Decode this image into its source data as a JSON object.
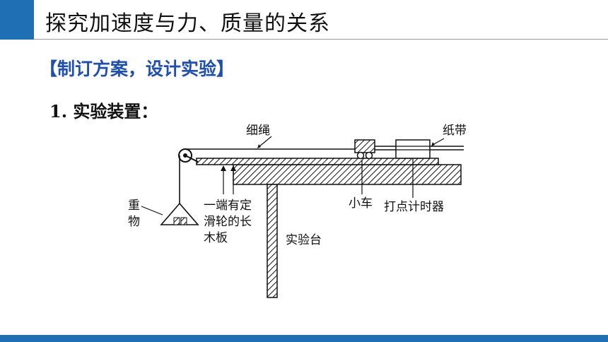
{
  "slide": {
    "title": "探究加速度与力、质量的关系",
    "section_heading": "【制订方案，设计实验】",
    "step": "1. 实验装置："
  },
  "diagram": {
    "labels": {
      "rope": "细绳",
      "tape": "纸带",
      "weight_line1": "重",
      "weight_line2": "物",
      "board_line1": "一端有定",
      "board_line2": "滑轮的长",
      "board_line3": "木板",
      "cart": "小车",
      "timer": "打点计时器",
      "table": "实验台"
    }
  },
  "colors": {
    "accent": "#1f6fb5",
    "heading": "#1f4fb0"
  }
}
